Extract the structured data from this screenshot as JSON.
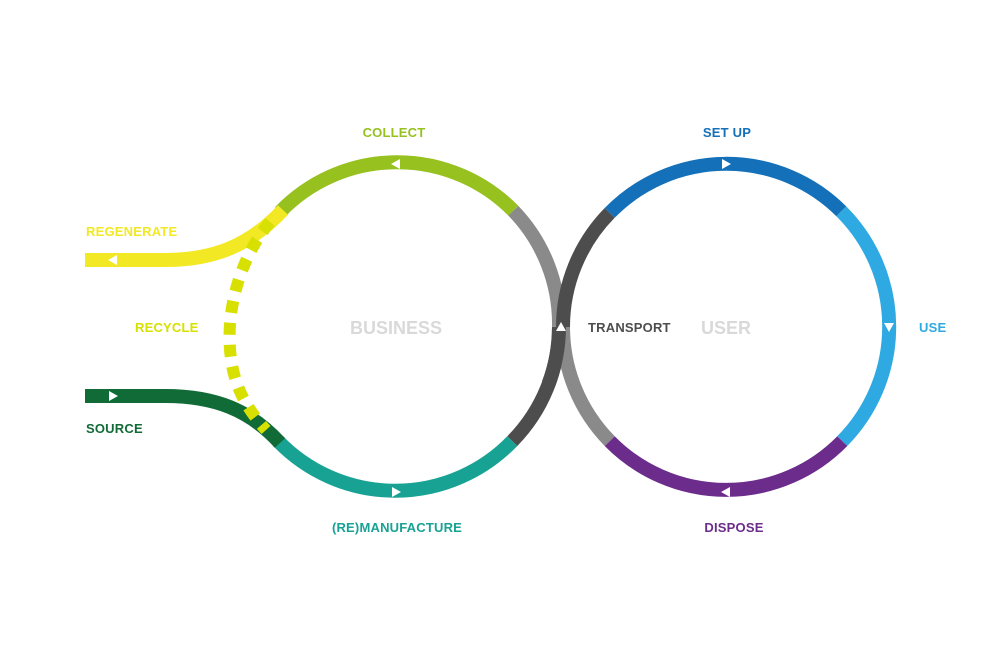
{
  "colors": {
    "collect": "#96c11f",
    "remanufacture": "#17a294",
    "regenerate": "#f2e824",
    "recycle": "#d7e000",
    "source": "#116b37",
    "transport_dark": "#4d4d4d",
    "transport_light": "#8a8a8a",
    "setup": "#1470b8",
    "use": "#2fa9e1",
    "dispose": "#6b2c8b",
    "center_text": "#d9d9d9",
    "arrow": "#ffffff"
  },
  "labels": {
    "collect": "COLLECT",
    "remanufacture": "(RE)MANUFACTURE",
    "regenerate": "REGENERATE",
    "recycle": "RECYCLE",
    "source": "SOURCE",
    "transport": "TRANSPORT",
    "setup": "SET UP",
    "use": "USE",
    "dispose": "DISPOSE"
  },
  "circles": {
    "business": "BUSINESS",
    "user": "USER"
  }
}
